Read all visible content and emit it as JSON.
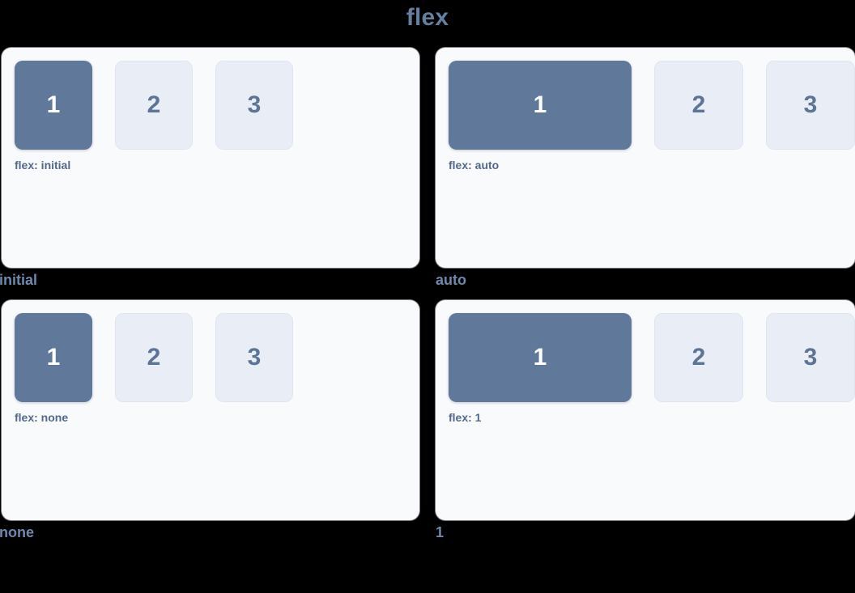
{
  "title": "flex",
  "theme": {
    "background": "#000000",
    "panel_background": "#f9fafc",
    "primary_box": "#60799b",
    "muted_box": "#e9eef6",
    "muted_box_text": "#5c7495",
    "primary_box_text": "#ffffff",
    "title_color": "#64809f",
    "note_color": "#53688c",
    "caption_color": "#6d8aad"
  },
  "demos": [
    {
      "caption": "initial",
      "note": "flex: initial",
      "variant": "f-initial",
      "items": [
        {
          "label": "1",
          "style": "primary"
        },
        {
          "label": "2",
          "style": "muted"
        },
        {
          "label": "3",
          "style": "muted"
        }
      ]
    },
    {
      "caption": "auto",
      "note": "flex: auto",
      "variant": "f-auto",
      "items": [
        {
          "label": "1",
          "style": "primary"
        },
        {
          "label": "2",
          "style": "muted"
        },
        {
          "label": "3",
          "style": "muted"
        }
      ]
    },
    {
      "caption": "none",
      "note": "flex: none",
      "variant": "f-none",
      "items": [
        {
          "label": "1",
          "style": "primary"
        },
        {
          "label": "2",
          "style": "muted"
        },
        {
          "label": "3",
          "style": "muted"
        }
      ]
    },
    {
      "caption": "1",
      "note": "flex: 1",
      "variant": "f-one",
      "items": [
        {
          "label": "1",
          "style": "primary"
        },
        {
          "label": "2",
          "style": "muted"
        },
        {
          "label": "3",
          "style": "muted"
        }
      ]
    }
  ]
}
